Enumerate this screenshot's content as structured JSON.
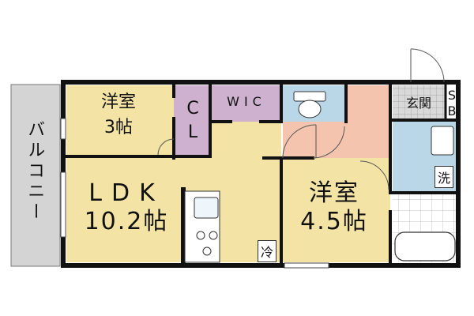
{
  "rooms": {
    "balcony": "バルコニー",
    "western_small_name": "洋室",
    "western_small_size": "3帖",
    "closet_c": "C",
    "closet_l": "L",
    "wic": "WIC",
    "ldk_name": "LDK",
    "ldk_size": "10.2帖",
    "western_large_name": "洋室",
    "western_large_size": "4.5帖",
    "entrance": "玄関",
    "shoebox_s": "S",
    "shoebox_b": "B"
  },
  "fixtures": {
    "fridge": "冷",
    "washer": "洗"
  },
  "colors": {
    "wood_floor": "#f3e4a5",
    "closet_purple": "#cdb1cf",
    "wet_blue": "#b9d7e6",
    "hall_pink": "#f4c4ae",
    "balcony_gray": "#d4d4d4",
    "entrance_tile": "#cfcfcf",
    "wall": "#111111"
  }
}
